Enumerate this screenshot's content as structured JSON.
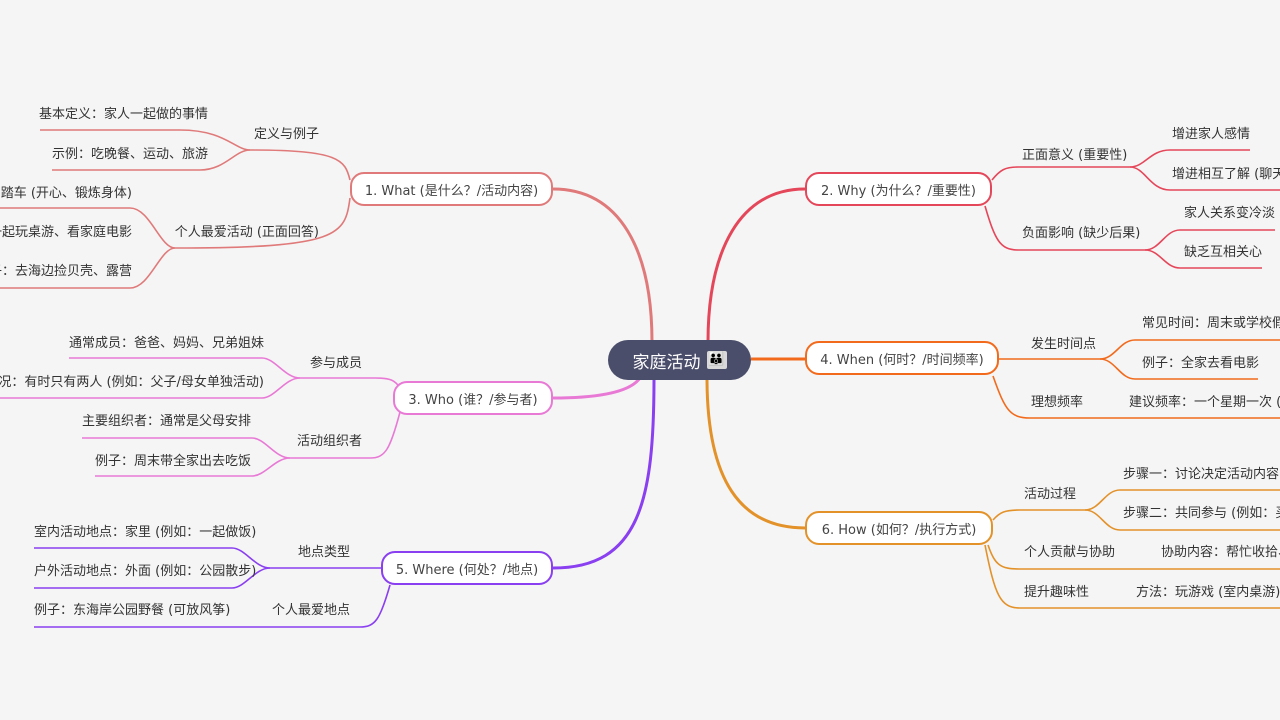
{
  "root": {
    "title": "家庭活动",
    "icon": "family-icon",
    "icon_glyph": "👪"
  },
  "colors": {
    "background": "#f5f5f5",
    "root": "#4b4e6b",
    "what": "#e07a7a",
    "why": "#e5475a",
    "who": "#e87ad6",
    "when": "#f26b1d",
    "where": "#8a3ff0",
    "how": "#e3922a"
  },
  "branches": {
    "what": {
      "label": "1. What (是什么？/活动内容)",
      "groups": [
        {
          "label": "定义与例子",
          "items": [
            "基本定义：家人一起做的事情",
            "示例：吃晚餐、运动、旅游"
          ]
        },
        {
          "label": "个人最爱活动 (正面回答)",
          "items": [
            "骑脚踏车 (开心、锻炼身体)",
            "一起玩桌游、看家庭电影",
            "例子：去海边捡贝壳、露营"
          ]
        }
      ]
    },
    "why": {
      "label": "2. Why (为什么？/重要性)",
      "groups": [
        {
          "label": "正面意义 (重要性)",
          "items": [
            "增进家人感情",
            "增进相互了解 (聊天)"
          ]
        },
        {
          "label": "负面影响 (缺少后果)",
          "items": [
            "家人关系变冷淡",
            "缺乏互相关心"
          ]
        }
      ]
    },
    "who": {
      "label": "3. Who (谁？/参与者)",
      "groups": [
        {
          "label": "参与成员",
          "items": [
            "通常成员：爸爸、妈妈、兄弟姐妹",
            "特殊情况：有时只有两人 (例如：父子/母女单独活动)"
          ]
        },
        {
          "label": "活动组织者",
          "items": [
            "主要组织者：通常是父母安排",
            "例子：周末带全家出去吃饭"
          ]
        }
      ]
    },
    "when": {
      "label": "4. When (何时？/时间频率)",
      "groups": [
        {
          "label": "发生时间点",
          "items": [
            "常见时间：周末或学校假期",
            "例子：全家去看电影"
          ]
        },
        {
          "label": "理想频率",
          "items": [
            "建议频率：一个星期一次 (不"
          ]
        }
      ]
    },
    "where": {
      "label": "5. Where (何处？/地点)",
      "groups": [
        {
          "label": "地点类型",
          "items": [
            "室内活动地点：家里 (例如：一起做饭)",
            "户外活动地点：外面 (例如：公园散步)"
          ]
        },
        {
          "label": "个人最爱地点",
          "items": [
            "例子：东海岸公园野餐 (可放风筝)"
          ]
        }
      ]
    },
    "how": {
      "label": "6. How (如何？/执行方式)",
      "groups": [
        {
          "label": "活动过程",
          "items": [
            "步骤一：讨论决定活动内容",
            "步骤二：共同参与 (例如：买"
          ]
        },
        {
          "label": "个人贡献与协助",
          "items": [
            "协助内容：帮忙收拾、"
          ]
        },
        {
          "label": "提升趣味性",
          "items": [
            "方法：玩游戏 (室内桌游) 或"
          ]
        }
      ]
    }
  }
}
